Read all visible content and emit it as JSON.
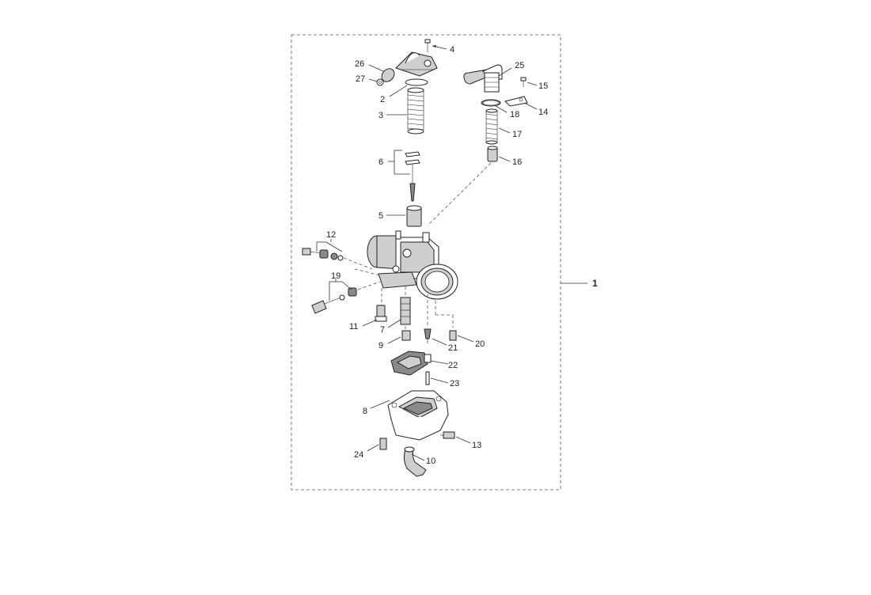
{
  "diagram": {
    "assembly_label": "1",
    "part_labels": {
      "p2": "2",
      "p3": "3",
      "p4": "4",
      "p5": "5",
      "p6": "6",
      "p7": "7",
      "p8": "8",
      "p9": "9",
      "p10": "10",
      "p11": "11",
      "p12": "12",
      "p13": "13",
      "p14": "14",
      "p15": "15",
      "p16": "16",
      "p17": "17",
      "p18": "18",
      "p19": "19",
      "p20": "20",
      "p21": "21",
      "p22": "22",
      "p23": "23",
      "p24": "24",
      "p25": "25",
      "p26": "26",
      "p27": "27"
    }
  }
}
